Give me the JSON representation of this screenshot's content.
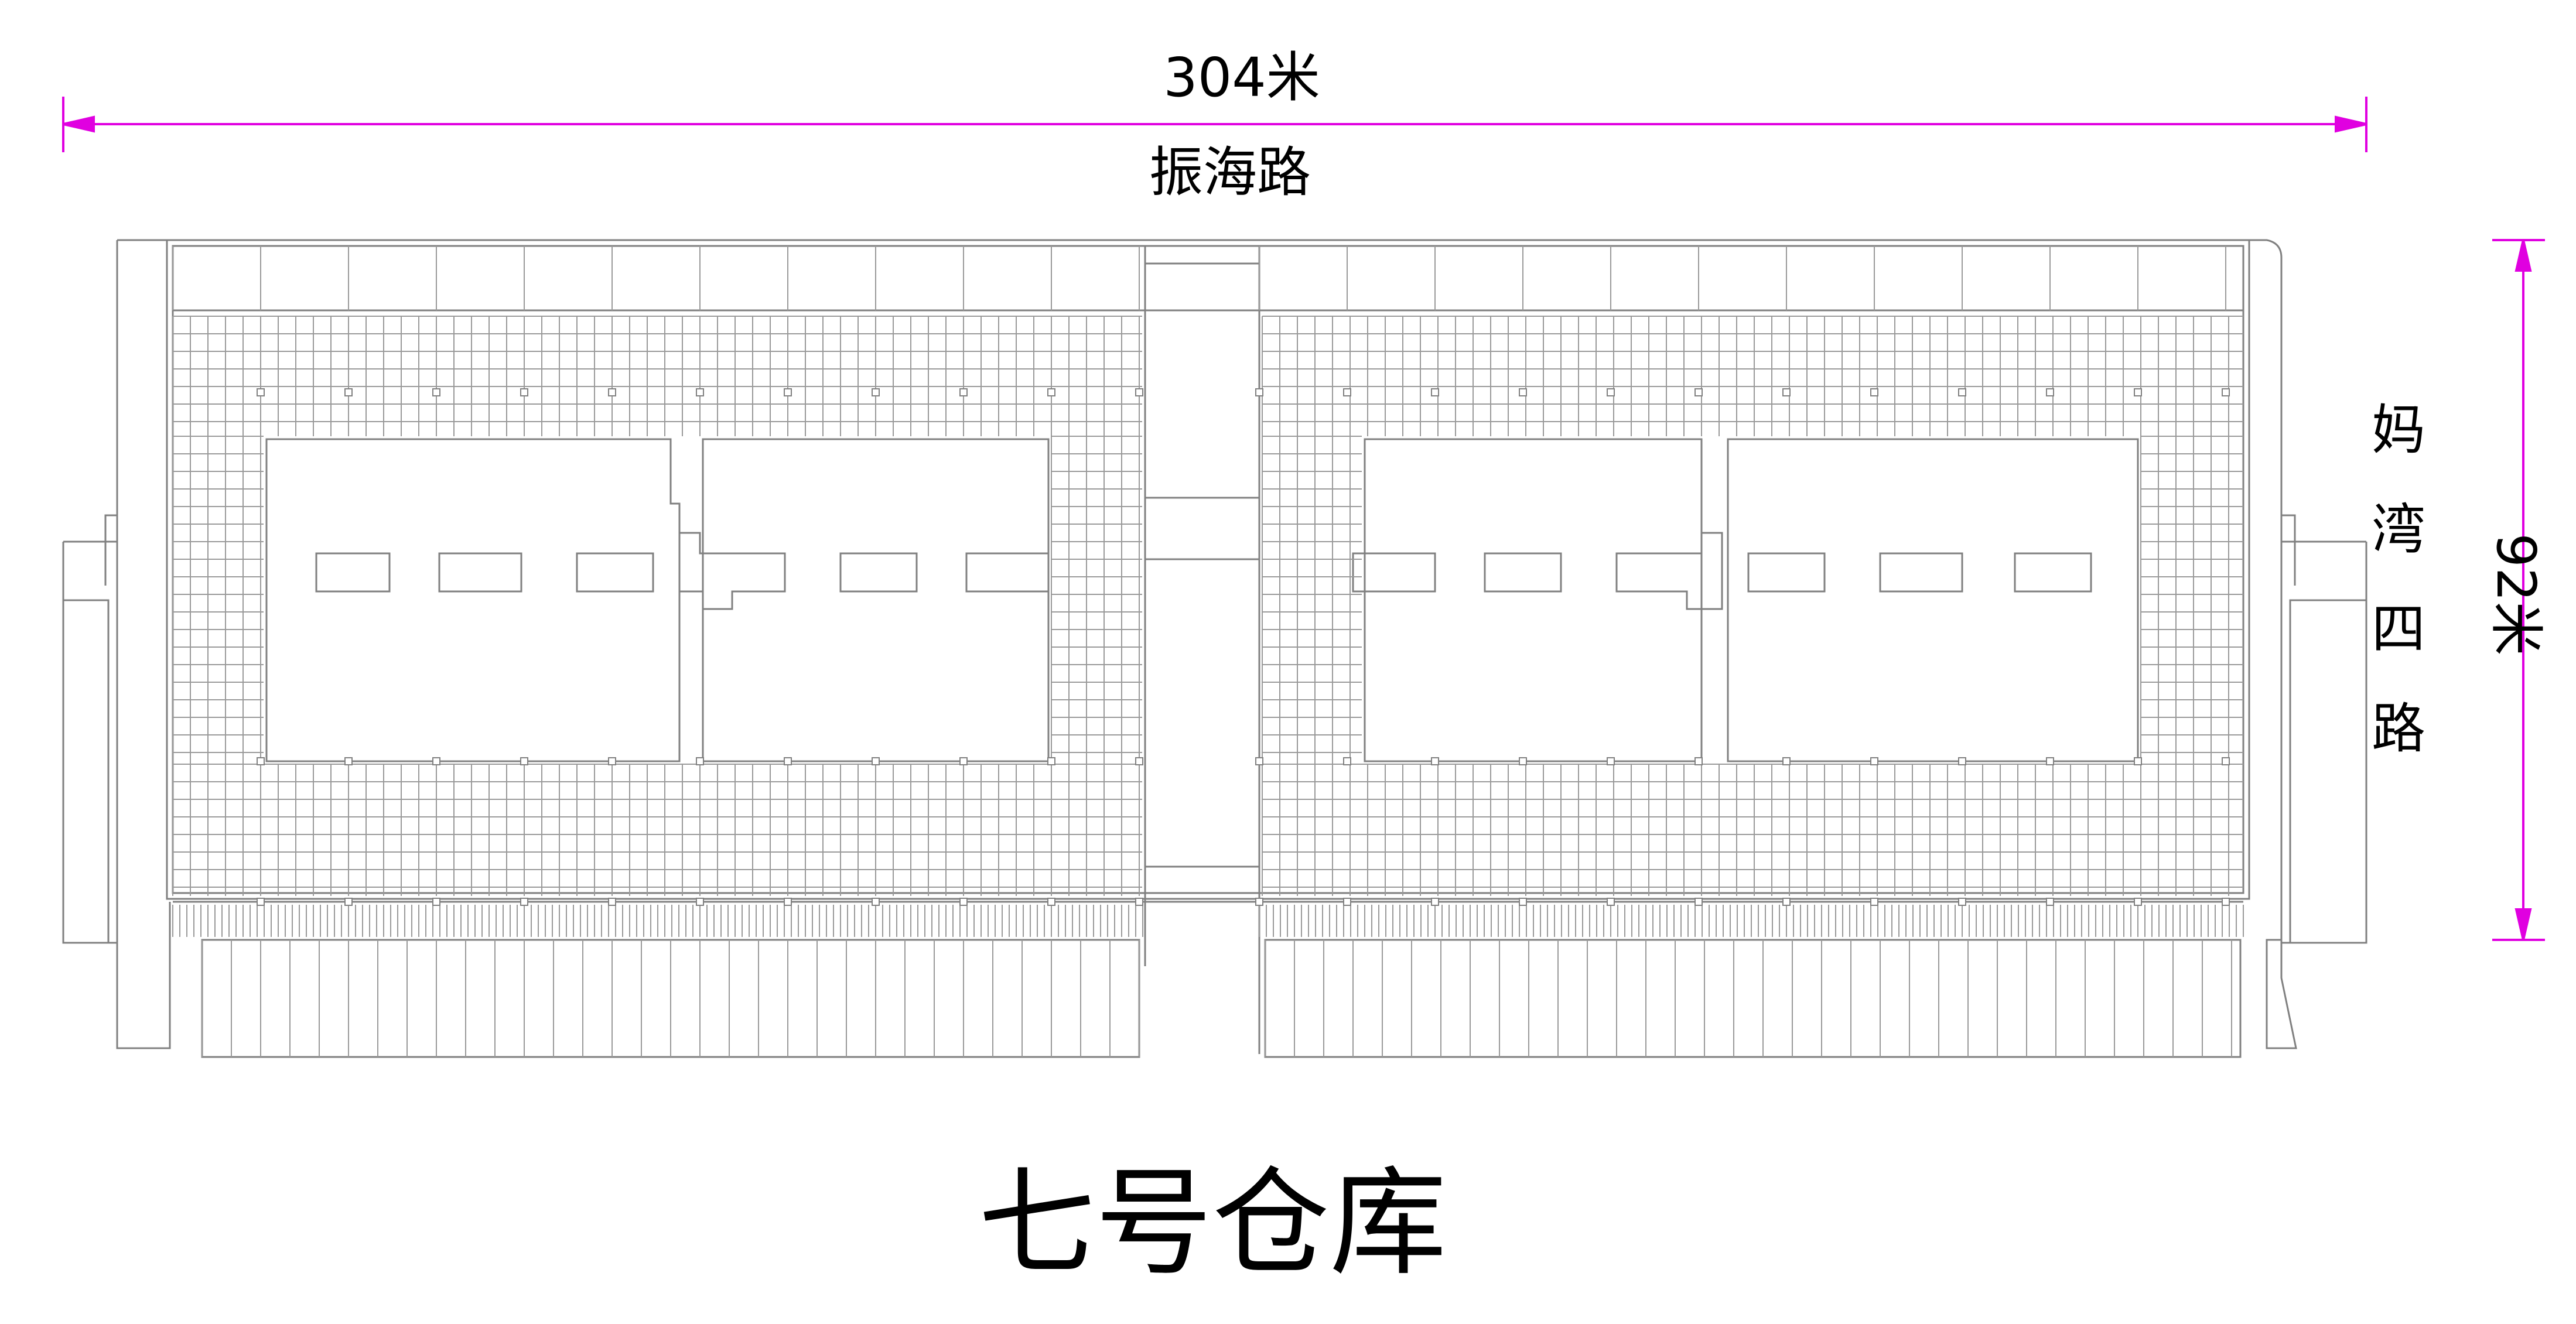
{
  "dimension_width": "304米",
  "street_north": "振海路",
  "street_east_chars": [
    "妈",
    "湾",
    "四",
    "路"
  ],
  "dimension_height": "92米",
  "title": "七号仓库",
  "colors": {
    "line": "#808080",
    "dimension": "#e000e0",
    "text": "#000000"
  }
}
